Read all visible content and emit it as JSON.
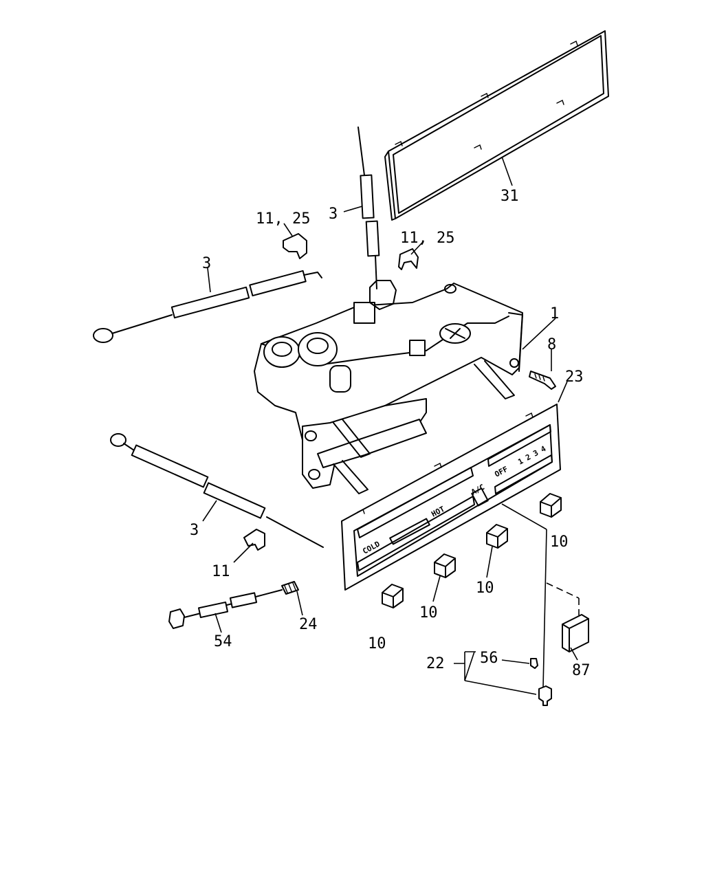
{
  "callouts": [
    {
      "id": "31",
      "text": "31"
    },
    {
      "id": "3-top",
      "text": "3"
    },
    {
      "id": "11-25-left",
      "text": "11, 25"
    },
    {
      "id": "11-25-right",
      "text": "11, 25"
    },
    {
      "id": "3-left",
      "text": "3"
    },
    {
      "id": "1",
      "text": "1"
    },
    {
      "id": "8",
      "text": "8"
    },
    {
      "id": "23",
      "text": "23"
    },
    {
      "id": "3-bottom",
      "text": "3"
    },
    {
      "id": "11",
      "text": "11"
    },
    {
      "id": "10-right",
      "text": "10"
    },
    {
      "id": "10-mid-right",
      "text": "10"
    },
    {
      "id": "10-mid-left",
      "text": "10"
    },
    {
      "id": "10-left",
      "text": "10"
    },
    {
      "id": "24",
      "text": "24"
    },
    {
      "id": "54",
      "text": "54"
    },
    {
      "id": "22",
      "text": "22"
    },
    {
      "id": "56",
      "text": "56"
    },
    {
      "id": "87",
      "text": "87"
    }
  ],
  "panel_labels": {
    "cold": "COLD",
    "hot": "HOT",
    "ac": "A/C",
    "off": "OFF",
    "s1": "1",
    "s2": "2",
    "s3": "3",
    "s4": "4"
  }
}
